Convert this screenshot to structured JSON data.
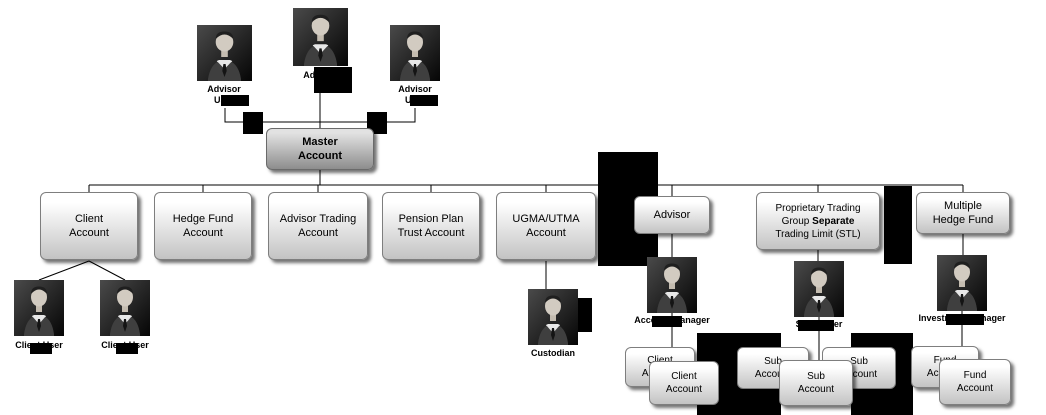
{
  "diagram": {
    "top_users": [
      {
        "label": "Advisor\nUser"
      },
      {
        "label": "Advisor"
      },
      {
        "label": "Advisor\nUser"
      }
    ],
    "master": {
      "label": "Master\nAccount"
    },
    "accounts": [
      {
        "label": "Client\nAccount"
      },
      {
        "label": "Hedge Fund\nAccount"
      },
      {
        "label": "Advisor Trading\nAccount"
      },
      {
        "label": "Pension Plan\nTrust Account"
      },
      {
        "label": "UGMA/UTMA\nAccount"
      },
      {
        "label": "Advisor"
      },
      {
        "part1": "Proprietary Trading\nGroup ",
        "part2": "Separate",
        "part3": "\nTrading Limit (STL)"
      },
      {
        "label": "Multiple\nHedge Fund"
      }
    ],
    "people": {
      "client_user_1": {
        "label": "Client User"
      },
      "client_user_2": {
        "label": "Client User"
      },
      "custodian": {
        "label": "Custodian"
      },
      "account_manager": {
        "label": "Account Manager"
      },
      "stl_trader": {
        "label": "STL Trader"
      },
      "investment_manager": {
        "label": "Investment Manager"
      }
    },
    "stacks": {
      "client_accounts": [
        {
          "label": "Client\nAccount"
        },
        {
          "label": "Client\nAccount"
        }
      ],
      "sub_accounts": [
        {
          "label": "Sub\nAccount"
        },
        {
          "label": "Sub\nAccount"
        },
        {
          "label": "Sub\nAccount"
        }
      ],
      "fund_accounts": [
        {
          "label": "Fund\nAccount"
        },
        {
          "label": "Fund\nAccount"
        }
      ]
    },
    "colors": {
      "line": "#000000",
      "box_border": "#7e7e7e",
      "box_gradient_top": "#ffffff",
      "box_gradient_bottom": "#c3c3c3",
      "master_gradient_top": "#e2e2e2",
      "master_gradient_bottom": "#8d8d8d",
      "artifact": "#000000"
    }
  }
}
